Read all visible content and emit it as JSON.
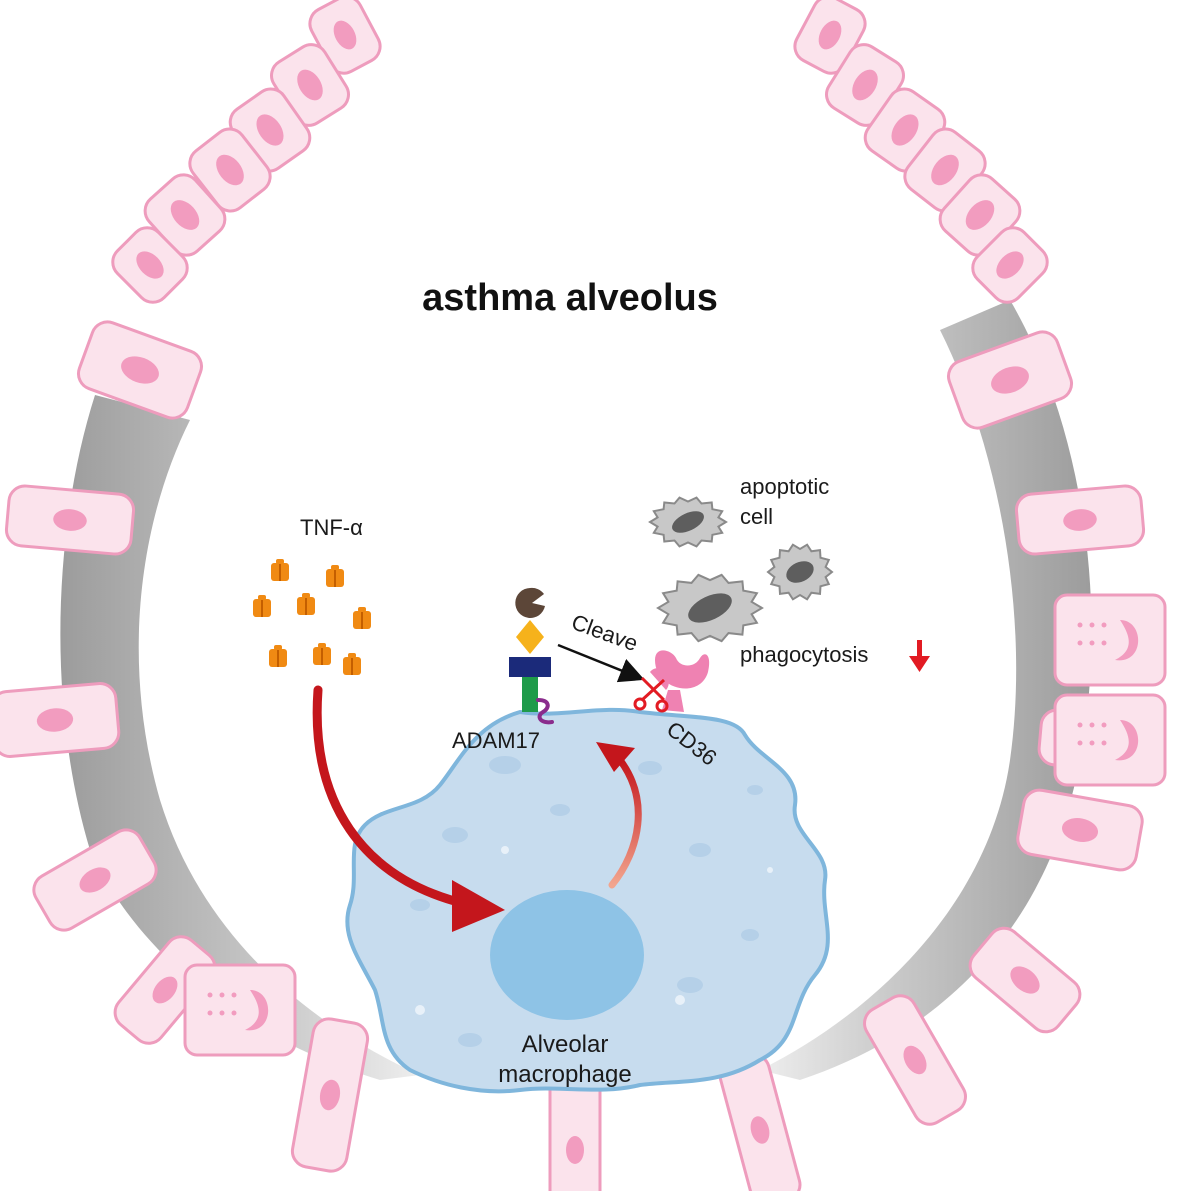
{
  "title": "asthma alveolus",
  "labels": {
    "tnf": "TNF-α",
    "adam17": "ADAM17",
    "cd36": "CD36",
    "cleave": "Cleave",
    "apoptotic_line1": "apoptotic",
    "apoptotic_line2": "cell",
    "phagocytosis": "phagocytosis",
    "macrophage_line1": "Alveolar",
    "macrophage_line2": "macrophage"
  },
  "colors": {
    "epithelium_fill": "#fbe3ec",
    "epithelium_stroke": "#ee9cbd",
    "nucleus_pink": "#f29cbf",
    "wall_gray": "#b9b9b9",
    "macrophage_fill": "#c7dcee",
    "macrophage_stroke": "#7fb6dc",
    "macrophage_nucleus": "#8ec3e6",
    "arrow_red": "#c4161c",
    "tnf_orange": "#f08a13",
    "cd36_pink": "#ef82b2",
    "adam17_green": "#1f9b4a",
    "adam17_navy": "#1b2a7a",
    "ligand_yellow": "#f6b21b",
    "ligand_brown": "#5c4638",
    "apoptotic_gray": "#a9a9a9"
  },
  "icons": [
    "tnf-alpha-molecule-icon",
    "scissors-icon",
    "down-arrow-icon"
  ]
}
